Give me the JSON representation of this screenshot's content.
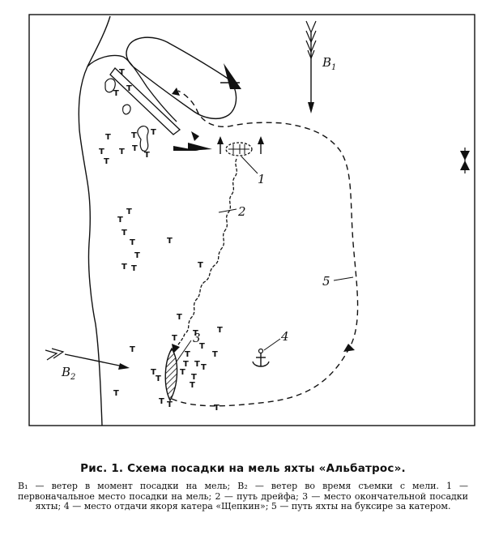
{
  "figure": {
    "labels": {
      "wind1_main": "B",
      "wind1_sub": "1",
      "wind2_main": "B",
      "wind2_sub": "2",
      "n1": "1",
      "n2": "2",
      "n3": "3",
      "n4": "4",
      "n5": "5"
    },
    "shoal_symbol": "T",
    "shoal_marks_count": 40
  },
  "caption": {
    "title": "Рис. 1. Схема посадки на мель яхты «Альбатрос».",
    "legend": "B₁ — ветер в момент посадки на мель; B₂ — ветер во время съемки с мели. 1 — первоначальное место посадки на мель; 2 — путь дрейфа; 3 — место окончательной посадки яхты; 4 — место отдачи якоря катера «Щепкин»; 5 — путь яхты на буксире за катером."
  }
}
